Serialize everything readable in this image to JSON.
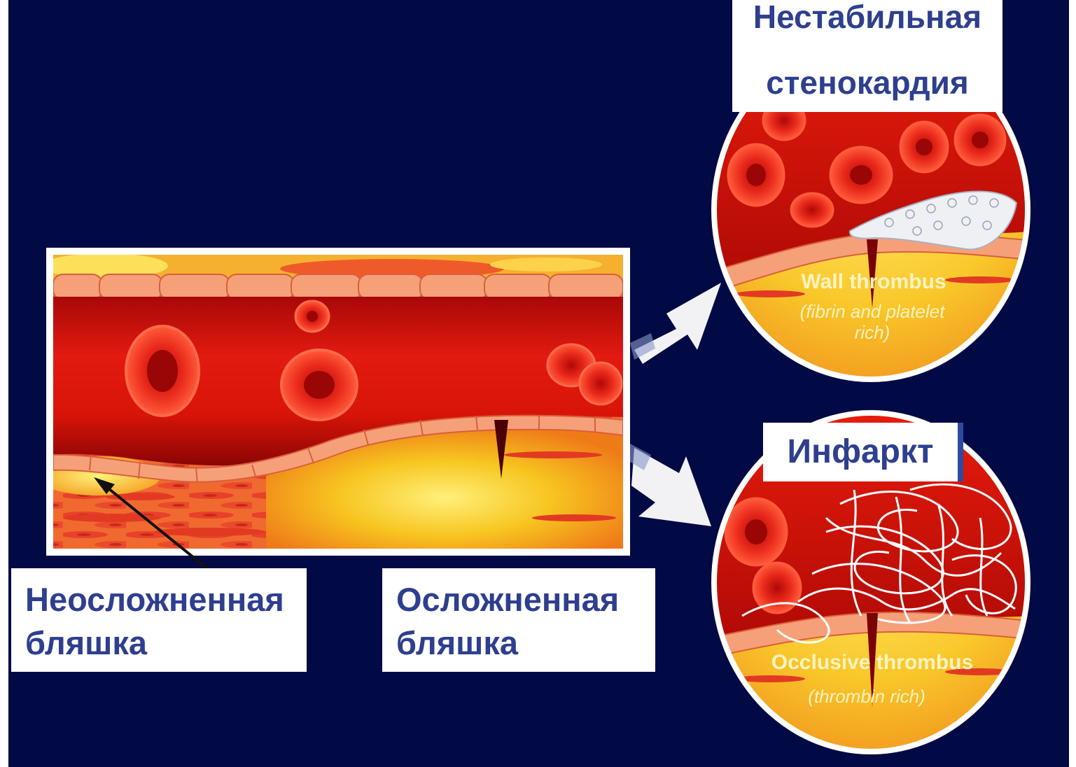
{
  "colors": {
    "background": "#020a45",
    "label_text": "#2e3f8f",
    "blood": "#e02010",
    "plaque": "#f7c520",
    "thrombus_text": "#fff3c0"
  },
  "labels": {
    "unstable_angina": [
      "Нестабильная",
      "стенокардия"
    ],
    "infarction": "Инфаркт",
    "uncomplicated_plaque": [
      "Неосложненная",
      "бляшка"
    ],
    "complicated_plaque": [
      "Осложненная",
      "бляшка"
    ]
  },
  "wall_thrombus": {
    "title": "Wall thrombus",
    "subtitle_1": "(fibrin and platelet",
    "subtitle_2": "rich)"
  },
  "occlusive_thrombus": {
    "title": "Occlusive thrombus",
    "subtitle": "(thrombin rich)"
  }
}
